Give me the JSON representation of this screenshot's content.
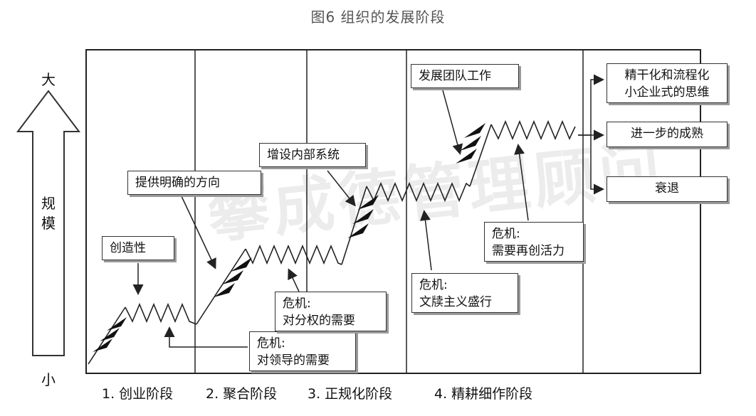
{
  "title": "图6 组织的发展阶段",
  "axis": {
    "top": "大",
    "label": "规模",
    "bottom": "小"
  },
  "stages": [
    "1. 创业阶段",
    "2. 聚合阶段",
    "3. 正规化阶段",
    "4. 精耕细作阶段"
  ],
  "drivers": {
    "creativity": "创造性",
    "direction": "提供明确的方向",
    "systems": "增设内部系统",
    "teamwork": "发展团队工作"
  },
  "crises": {
    "c1_title": "危机:",
    "c1_text": "对领导的需要",
    "c2_title": "危机:",
    "c2_text": "对分权的需要",
    "c3_title": "危机:",
    "c3_text": "文牍主义盛行",
    "c4_title": "危机:",
    "c4_text": "需要再创活力"
  },
  "outcomes": {
    "o1_line1": "精干化和流程化",
    "o1_line2": "小企业式的思维",
    "o2": "进一步的成熟",
    "o3": "衰退"
  },
  "watermark": "攀成德管理顾问"
}
